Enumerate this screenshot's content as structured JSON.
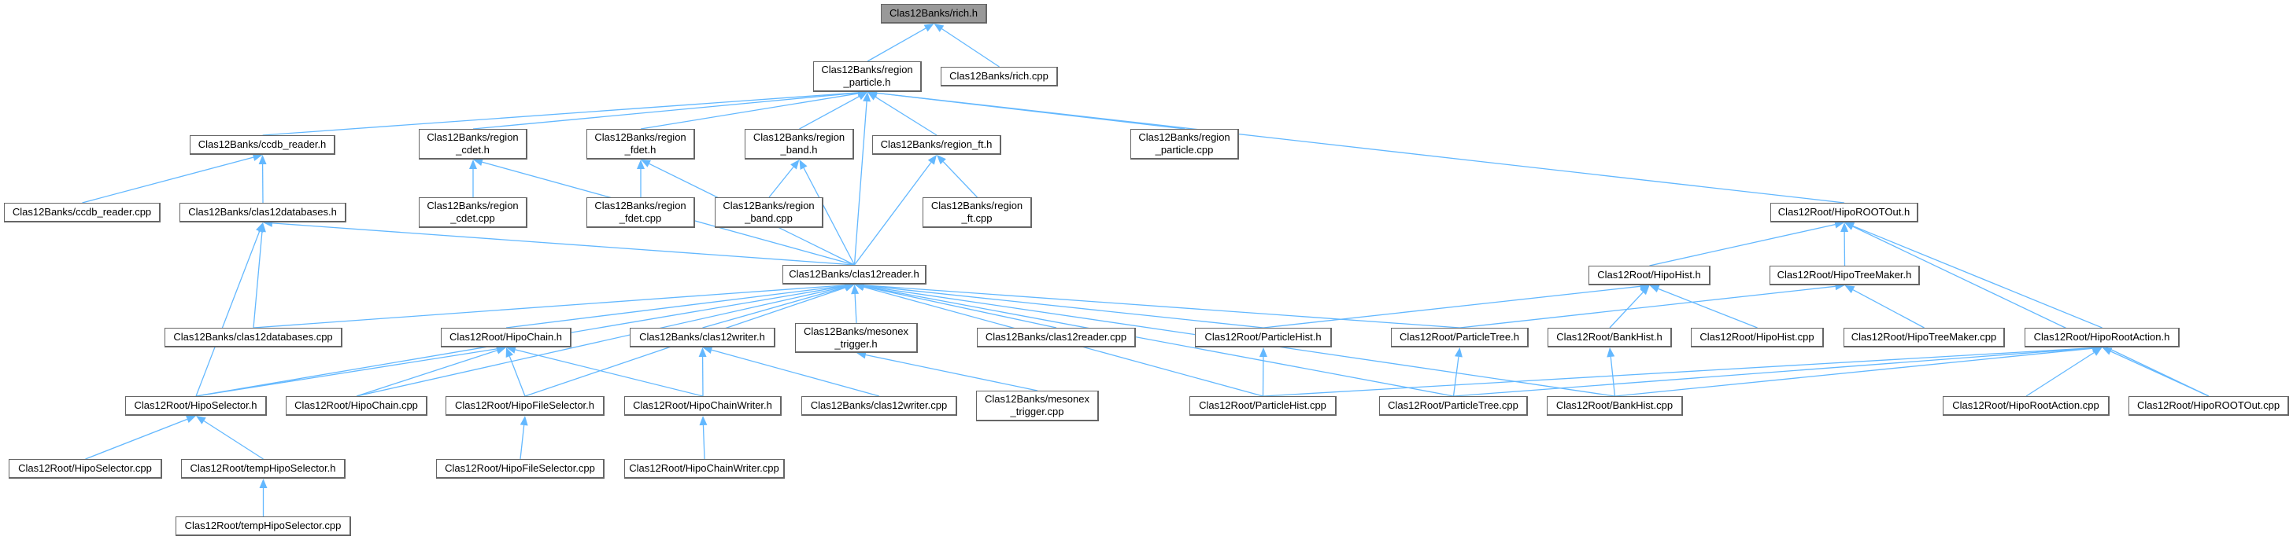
{
  "diagram": {
    "type": "include-dependency-graph",
    "colors": {
      "edge": "#63b8ff",
      "node_border": "#666666",
      "root_fill": "#999999",
      "node_fill": "#ffffff"
    },
    "root": "rich_h",
    "nodes": {
      "rich_h": "Clas12Banks/rich.h",
      "region_particle_h": "Clas12Banks/region\n_particle.h",
      "rich_cpp": "Clas12Banks/rich.cpp",
      "ccdb_reader_h": "Clas12Banks/ccdb_reader.h",
      "region_cdet_h": "Clas12Banks/region\n_cdet.h",
      "region_fdet_h": "Clas12Banks/region\n_fdet.h",
      "region_band_h": "Clas12Banks/region\n_band.h",
      "region_ft_h": "Clas12Banks/region_ft.h",
      "region_particle_cpp": "Clas12Banks/region\n_particle.cpp",
      "HipoROOTOut_h": "Clas12Root/HipoROOTOut.h",
      "ccdb_reader_cpp": "Clas12Banks/ccdb_reader.cpp",
      "clas12databases_h": "Clas12Banks/clas12databases.h",
      "region_cdet_cpp": "Clas12Banks/region\n_cdet.cpp",
      "region_fdet_cpp": "Clas12Banks/region\n_fdet.cpp",
      "region_band_cpp": "Clas12Banks/region\n_band.cpp",
      "region_ft_cpp": "Clas12Banks/region\n_ft.cpp",
      "clas12reader_h": "Clas12Banks/clas12reader.h",
      "HipoHist_h": "Clas12Root/HipoHist.h",
      "HipoTreeMaker_h": "Clas12Root/HipoTreeMaker.h",
      "clas12databases_cpp": "Clas12Banks/clas12databases.cpp",
      "HipoChain_h": "Clas12Root/HipoChain.h",
      "clas12writer_h": "Clas12Banks/clas12writer.h",
      "mesonex_trigger_h": "Clas12Banks/mesonex\n_trigger.h",
      "clas12reader_cpp": "Clas12Banks/clas12reader.cpp",
      "ParticleHist_h": "Clas12Root/ParticleHist.h",
      "ParticleTree_h": "Clas12Root/ParticleTree.h",
      "BankHist_h": "Clas12Root/BankHist.h",
      "HipoHist_cpp": "Clas12Root/HipoHist.cpp",
      "HipoTreeMaker_cpp": "Clas12Root/HipoTreeMaker.cpp",
      "HipoRootAction_h": "Clas12Root/HipoRootAction.h",
      "HipoSelector_h": "Clas12Root/HipoSelector.h",
      "HipoChain_cpp": "Clas12Root/HipoChain.cpp",
      "HipoFileSelector_h": "Clas12Root/HipoFileSelector.h",
      "HipoChainWriter_h": "Clas12Root/HipoChainWriter.h",
      "clas12writer_cpp": "Clas12Banks/clas12writer.cpp",
      "mesonex_trigger_cpp": "Clas12Banks/mesonex\n_trigger.cpp",
      "ParticleHist_cpp": "Clas12Root/ParticleHist.cpp",
      "ParticleTree_cpp": "Clas12Root/ParticleTree.cpp",
      "BankHist_cpp": "Clas12Root/BankHist.cpp",
      "HipoRootAction_cpp": "Clas12Root/HipoRootAction.cpp",
      "HipoROOTOut_cpp": "Clas12Root/HipoROOTOut.cpp",
      "HipoSelector_cpp": "Clas12Root/HipoSelector.cpp",
      "tempHipoSelector_h": "Clas12Root/tempHipoSelector.h",
      "HipoFileSelector_cpp": "Clas12Root/HipoFileSelector.cpp",
      "HipoChainWriter_cpp": "Clas12Root/HipoChainWriter.cpp",
      "tempHipoSelector_cpp": "Clas12Root/tempHipoSelector.cpp"
    },
    "edges": [
      [
        "region_particle_h",
        "rich_h"
      ],
      [
        "rich_cpp",
        "rich_h"
      ],
      [
        "ccdb_reader_h",
        "region_particle_h"
      ],
      [
        "region_cdet_h",
        "region_particle_h"
      ],
      [
        "region_fdet_h",
        "region_particle_h"
      ],
      [
        "region_band_h",
        "region_particle_h"
      ],
      [
        "region_ft_h",
        "region_particle_h"
      ],
      [
        "region_particle_cpp",
        "region_particle_h"
      ],
      [
        "HipoROOTOut_h",
        "region_particle_h"
      ],
      [
        "clas12reader_h",
        "region_particle_h"
      ],
      [
        "ccdb_reader_cpp",
        "ccdb_reader_h"
      ],
      [
        "clas12databases_h",
        "ccdb_reader_h"
      ],
      [
        "region_cdet_cpp",
        "region_cdet_h"
      ],
      [
        "clas12reader_h",
        "region_cdet_h"
      ],
      [
        "region_fdet_cpp",
        "region_fdet_h"
      ],
      [
        "clas12reader_h",
        "region_fdet_h"
      ],
      [
        "region_band_cpp",
        "region_band_h"
      ],
      [
        "clas12reader_h",
        "region_band_h"
      ],
      [
        "region_ft_cpp",
        "region_ft_h"
      ],
      [
        "clas12reader_h",
        "region_ft_h"
      ],
      [
        "clas12databases_cpp",
        "clas12databases_h"
      ],
      [
        "HipoSelector_h",
        "clas12databases_h"
      ],
      [
        "clas12reader_h",
        "clas12databases_h"
      ],
      [
        "HipoHist_h",
        "HipoROOTOut_h"
      ],
      [
        "HipoTreeMaker_h",
        "HipoROOTOut_h"
      ],
      [
        "HipoRootAction_h",
        "HipoROOTOut_h"
      ],
      [
        "HipoROOTOut_cpp",
        "HipoROOTOut_h"
      ],
      [
        "clas12databases_cpp",
        "clas12reader_h"
      ],
      [
        "HipoChain_h",
        "clas12reader_h"
      ],
      [
        "clas12writer_h",
        "clas12reader_h"
      ],
      [
        "mesonex_trigger_h",
        "clas12reader_h"
      ],
      [
        "clas12reader_cpp",
        "clas12reader_h"
      ],
      [
        "ParticleHist_h",
        "clas12reader_h"
      ],
      [
        "ParticleTree_h",
        "clas12reader_h"
      ],
      [
        "HipoSelector_h",
        "clas12reader_h"
      ],
      [
        "HipoChain_cpp",
        "clas12reader_h"
      ],
      [
        "HipoFileSelector_h",
        "clas12reader_h"
      ],
      [
        "ParticleHist_cpp",
        "clas12reader_h"
      ],
      [
        "ParticleTree_cpp",
        "clas12reader_h"
      ],
      [
        "BankHist_cpp",
        "clas12reader_h"
      ],
      [
        "ParticleHist_h",
        "HipoHist_h"
      ],
      [
        "BankHist_h",
        "HipoHist_h"
      ],
      [
        "HipoHist_cpp",
        "HipoHist_h"
      ],
      [
        "ParticleTree_h",
        "HipoTreeMaker_h"
      ],
      [
        "HipoTreeMaker_cpp",
        "HipoTreeMaker_h"
      ],
      [
        "ParticleHist_cpp",
        "HipoRootAction_h"
      ],
      [
        "ParticleTree_cpp",
        "HipoRootAction_h"
      ],
      [
        "BankHist_cpp",
        "HipoRootAction_h"
      ],
      [
        "HipoRootAction_cpp",
        "HipoRootAction_h"
      ],
      [
        "HipoROOTOut_cpp",
        "HipoRootAction_h"
      ],
      [
        "HipoSelector_h",
        "HipoChain_h"
      ],
      [
        "HipoChain_cpp",
        "HipoChain_h"
      ],
      [
        "HipoFileSelector_h",
        "HipoChain_h"
      ],
      [
        "HipoChainWriter_h",
        "HipoChain_h"
      ],
      [
        "HipoChainWriter_h",
        "clas12writer_h"
      ],
      [
        "clas12writer_cpp",
        "clas12writer_h"
      ],
      [
        "mesonex_trigger_cpp",
        "mesonex_trigger_h"
      ],
      [
        "ParticleHist_cpp",
        "ParticleHist_h"
      ],
      [
        "ParticleTree_cpp",
        "ParticleTree_h"
      ],
      [
        "BankHist_cpp",
        "BankHist_h"
      ],
      [
        "HipoSelector_cpp",
        "HipoSelector_h"
      ],
      [
        "tempHipoSelector_h",
        "HipoSelector_h"
      ],
      [
        "tempHipoSelector_cpp",
        "tempHipoSelector_h"
      ],
      [
        "HipoFileSelector_cpp",
        "HipoFileSelector_h"
      ],
      [
        "HipoChainWriter_cpp",
        "HipoChainWriter_h"
      ]
    ]
  }
}
